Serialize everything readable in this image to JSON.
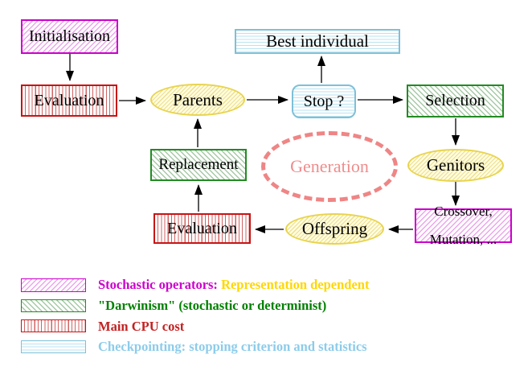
{
  "colors": {
    "magenta": "#cc00cc",
    "magenta_hatch": "#eba6eb",
    "green": "#228b22",
    "green_hatch": "#a6c9a6",
    "green_text": "#008000",
    "red": "#c81414",
    "red_stripe": "#cf6464",
    "red_text": "#c42121",
    "cyan": "#7ec0d8",
    "cyan_stripe": "#b9e3f0",
    "cyan_text": "#8cccea",
    "yellow_border": "#e8d44e",
    "yellow_fill": "#fffce1",
    "yellow_hatch": "#eddf8e",
    "salmon": "#ef8585",
    "gold_text": "#ffd700",
    "arrow": "#000000",
    "node_text": "#000000"
  },
  "nodes": {
    "initialisation": {
      "label": "Initialisation"
    },
    "evaluation_top": {
      "label": "Evaluation"
    },
    "parents": {
      "label": "Parents"
    },
    "best_individual": {
      "label": "Best individual"
    },
    "stop": {
      "label": "Stop ?"
    },
    "selection": {
      "label": "Selection"
    },
    "replacement": {
      "label": "Replacement"
    },
    "generation": {
      "label": "Generation"
    },
    "genitors": {
      "label": "Genitors"
    },
    "offspring": {
      "label": "Offspring"
    },
    "evaluation_bottom": {
      "label": "Evaluation"
    },
    "crossover": {
      "label_line1": "Crossover,",
      "label_line2": "Mutation, ..."
    }
  },
  "legend": {
    "stochastic_label": "Stochastic operators:",
    "stochastic_suffix": "Representation dependent",
    "darwinism_label": "\"Darwinism\" (stochastic or determinist)",
    "cpu_label": "Main CPU cost",
    "checkpoint_label": "Checkpointing: stopping criterion and statistics"
  }
}
